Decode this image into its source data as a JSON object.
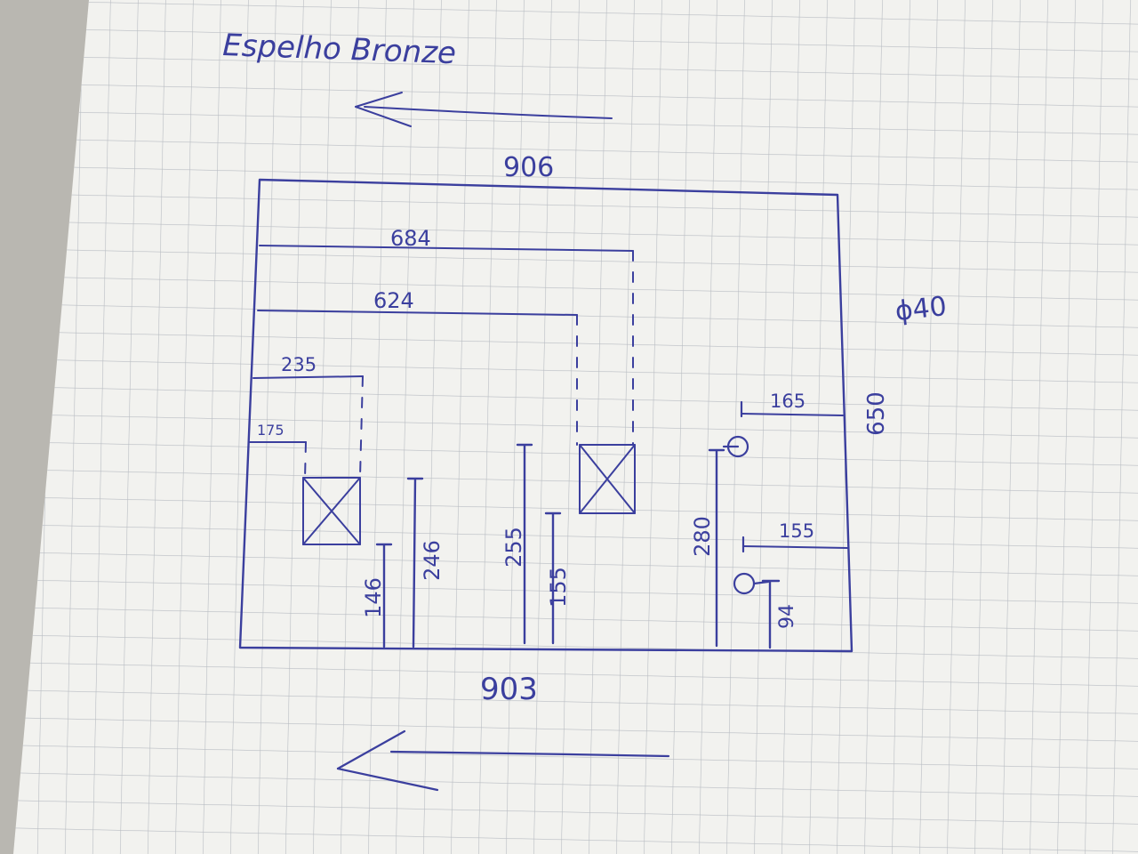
{
  "title": "Espelho Bronze",
  "diameter_note": "ϕ40",
  "dimensions": {
    "top_width": "906",
    "bottom_width": "903",
    "right_height": "650",
    "dim_684": "684",
    "dim_624": "624",
    "dim_235": "235",
    "dim_175": "175",
    "dim_165": "165",
    "dim_155_right": "155",
    "dim_146": "146",
    "dim_246": "246",
    "dim_255": "255",
    "dim_155_vertical": "155",
    "dim_280": "280",
    "dim_94": "94"
  },
  "colors": {
    "ink": "#3b3f9e",
    "paper": "#f2f2ef",
    "grid": "#b8bcc2"
  }
}
